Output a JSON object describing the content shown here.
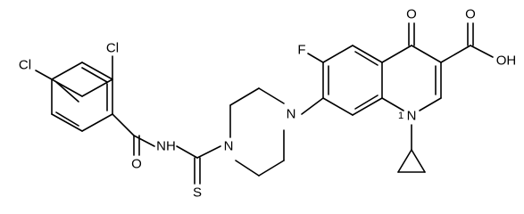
{
  "molecule": {
    "atoms": {
      "cl_top": "Cl",
      "cl_left": "Cl",
      "o_amide": "O",
      "nh": "NH",
      "s_thio": "S",
      "n_pip_left": "N",
      "n_pip_right": "N",
      "f": "F",
      "o_keto": "O",
      "o_acid_carbonyl": "O",
      "oh": "OH",
      "n_quinoline": "N",
      "n_locant": "1"
    },
    "colors": {
      "bond": "#000000",
      "label": "#000000",
      "background": "#ffffff"
    }
  }
}
